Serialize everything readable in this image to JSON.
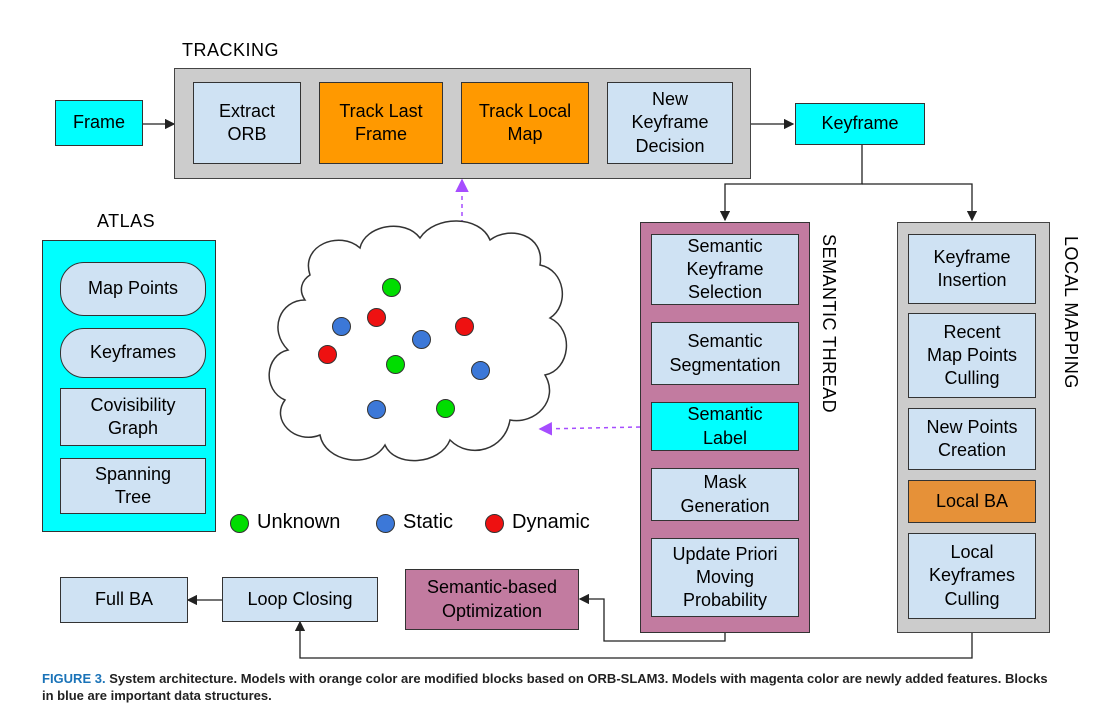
{
  "colors": {
    "blue": "#cfe2f3",
    "orange": "#ff9900",
    "light_orange": "#e69138",
    "cyan": "#00ffff",
    "magenta": "#c27ba0",
    "gray": "#cccccc",
    "unknown": "#00dd00",
    "static": "#3c78d8",
    "dynamic": "#ee1111"
  },
  "tracking": {
    "title": "TRACKING",
    "blocks": [
      "Extract\nORB",
      "Track Last\nFrame",
      "Track Local\nMap",
      "New\nKeyframe\nDecision"
    ]
  },
  "frame": "Frame",
  "keyframe": "Keyframe",
  "atlas": {
    "title": "ATLAS",
    "items": [
      "Map Points",
      "Keyframes",
      "Covisibility\nGraph",
      "Spanning\nTree"
    ]
  },
  "semantic_thread": {
    "title": "SEMANTIC THREAD",
    "blocks": [
      "Semantic\nKeyframe\nSelection",
      "Semantic\nSegmentation",
      "Semantic\nLabel",
      "Mask\nGeneration",
      "Update Priori\nMoving\nProbability"
    ]
  },
  "local_mapping": {
    "title": "LOCAL MAPPING",
    "blocks": [
      "Keyframe\nInsertion",
      "Recent\nMap Points\nCulling",
      "New Points\nCreation",
      "Local BA",
      "Local\nKeyframes\nCulling"
    ]
  },
  "bottom": {
    "full_ba": "Full BA",
    "loop_closing": "Loop Closing",
    "semantic_opt": "Semantic-based\nOptimization"
  },
  "legend": {
    "unknown": "Unknown",
    "static": "Static",
    "dynamic": "Dynamic"
  },
  "caption": {
    "figure": "FIGURE 3.",
    "text": "System architecture. Models with orange color are modified blocks based on ORB-SLAM3. Models with magenta color are newly added features. Blocks in blue are important data structures."
  }
}
